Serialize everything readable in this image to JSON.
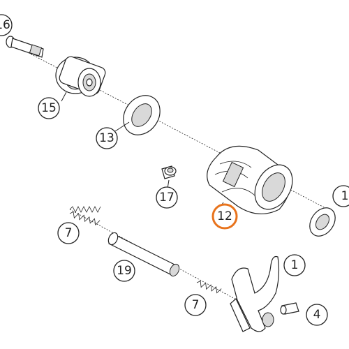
{
  "diagram": {
    "background": "#ffffff",
    "line_color": "#222222",
    "highlight_color": "#e8731c",
    "callouts": [
      {
        "id": "c16",
        "label": "16",
        "highlighted": false
      },
      {
        "id": "c15",
        "label": "15",
        "highlighted": false
      },
      {
        "id": "c13",
        "label": "13",
        "highlighted": false
      },
      {
        "id": "c17a",
        "label": "17",
        "highlighted": false
      },
      {
        "id": "c12",
        "label": "12",
        "highlighted": true
      },
      {
        "id": "c11",
        "label": "1",
        "highlighted": false
      },
      {
        "id": "c7a",
        "label": "7",
        "highlighted": false
      },
      {
        "id": "c19",
        "label": "19",
        "highlighted": false
      },
      {
        "id": "c1",
        "label": "1",
        "highlighted": false
      },
      {
        "id": "c7b",
        "label": "7",
        "highlighted": false
      },
      {
        "id": "c4",
        "label": "4",
        "highlighted": false
      }
    ]
  }
}
